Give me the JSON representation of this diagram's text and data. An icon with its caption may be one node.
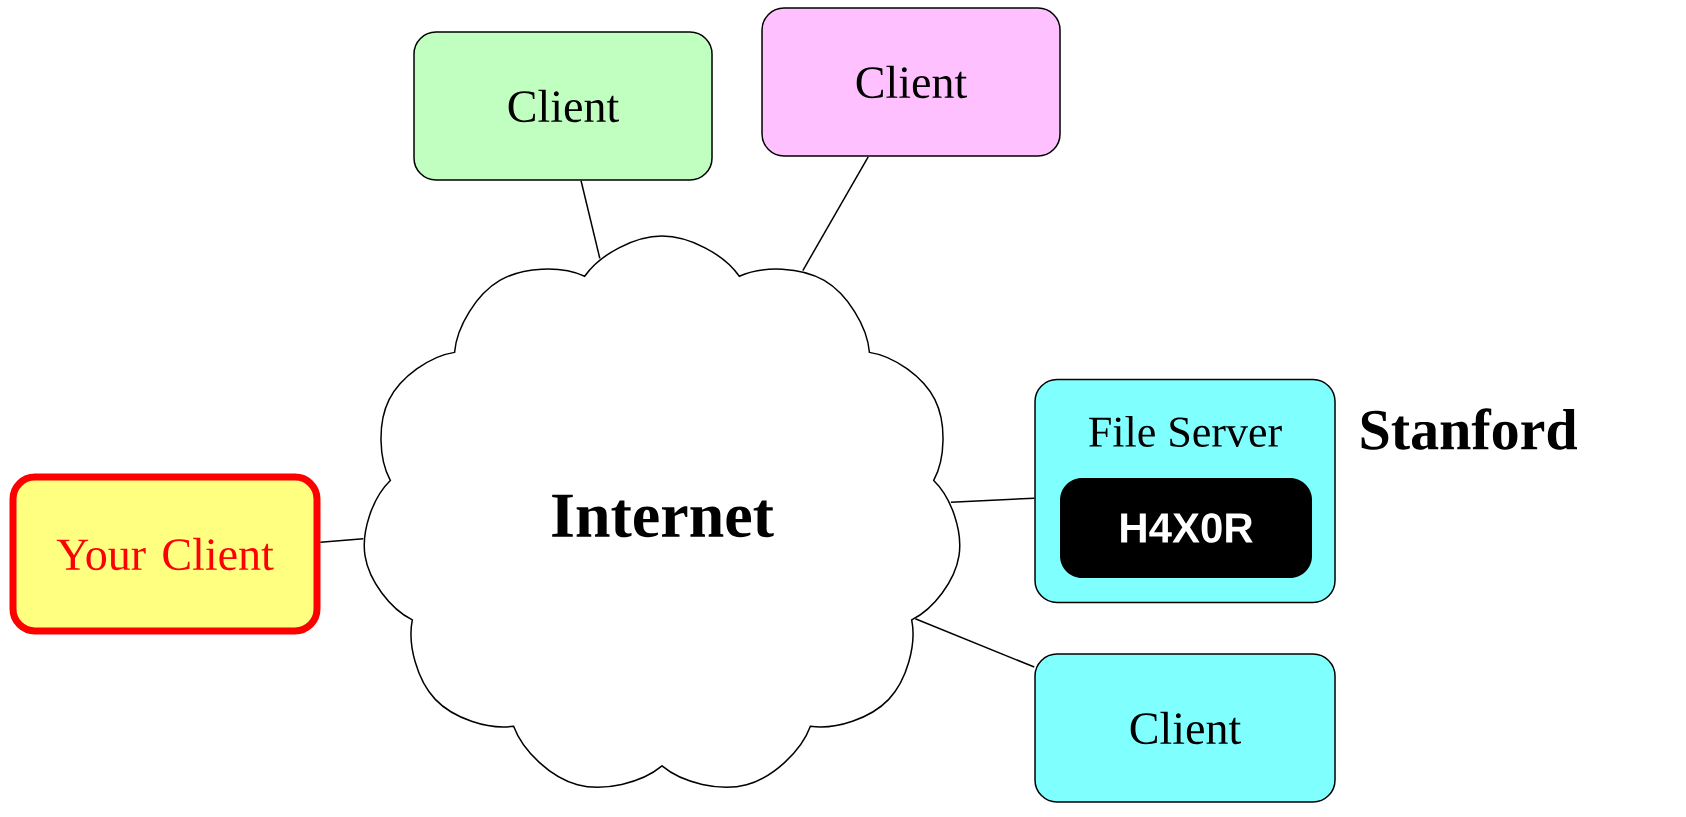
{
  "diagram": {
    "nodes": [
      {
        "text": [
          "Client"
        ]
      },
      {
        "text": [
          "Client"
        ]
      },
      {
        "text": [
          "Internet"
        ]
      },
      {
        "text": [
          "Your Client"
        ]
      },
      {
        "text": [
          "File Server"
        ],
        "beside": [
          "Stanford"
        ]
      },
      {
        "text": [
          "H4X0R"
        ],
        "in": 4
      },
      {
        "text": [
          "Client"
        ]
      }
    ],
    "edges": [
      {
        "from": 0,
        "to": 2,
        "arrow": "none"
      },
      {
        "from": 1,
        "to": 2,
        "arrow": "none"
      },
      {
        "from": 3,
        "to": 2,
        "arrow": "none"
      },
      {
        "from": 2,
        "to": 4,
        "arrow": "none"
      },
      {
        "from": 2,
        "to": 6,
        "arrow": "none"
      }
    ]
  }
}
